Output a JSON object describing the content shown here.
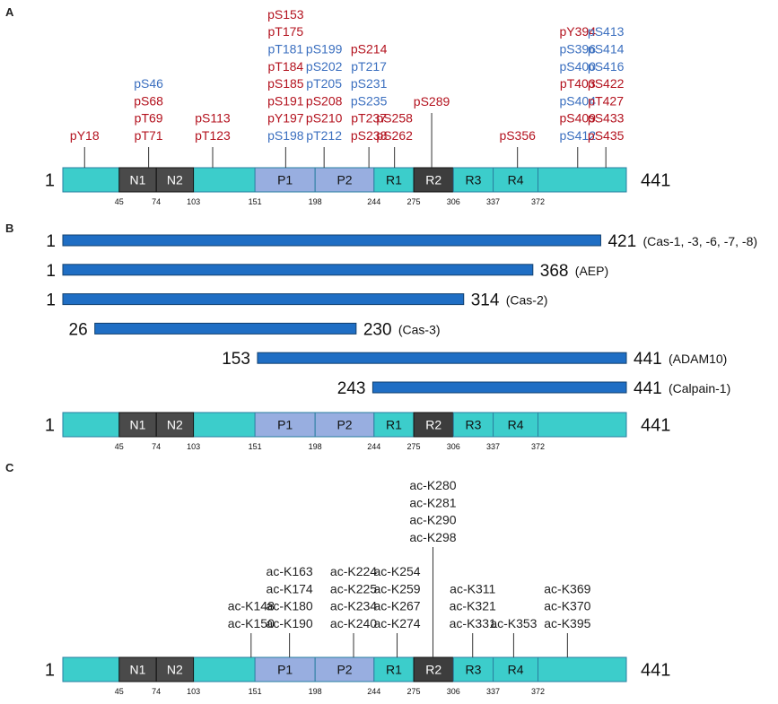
{
  "protein_length": 441,
  "colors": {
    "bar_base": "#3ccdcb",
    "bar_stroke": "#2a7fa0",
    "n_domain": "#4a4a4a",
    "p_domain": "#98aee0",
    "r2_domain": "#3d3d3d",
    "fragment": "#1f6ec4",
    "phospho_red": "#b3121e",
    "phospho_blue": "#3b6fbf",
    "acetyl": "#222222"
  },
  "domain_bar": {
    "start_label": "1",
    "end_label": "441",
    "domains": [
      {
        "label": "N1",
        "start": 45,
        "end": 74,
        "kind": "n"
      },
      {
        "label": "N2",
        "start": 74,
        "end": 103,
        "kind": "n"
      },
      {
        "label": "P1",
        "start": 151,
        "end": 198,
        "kind": "p"
      },
      {
        "label": "P2",
        "start": 198,
        "end": 244,
        "kind": "p"
      },
      {
        "label": "R1",
        "start": 244,
        "end": 275,
        "kind": "r"
      },
      {
        "label": "R2",
        "start": 275,
        "end": 306,
        "kind": "r2"
      },
      {
        "label": "R3",
        "start": 306,
        "end": 337,
        "kind": "r"
      },
      {
        "label": "R4",
        "start": 337,
        "end": 372,
        "kind": "r"
      }
    ],
    "tick_labels": [
      "45",
      "74",
      "103",
      "151",
      "198",
      "244",
      "275",
      "306",
      "337",
      "372"
    ]
  },
  "panels": {
    "a": {
      "letter": "A"
    },
    "b": {
      "letter": "B"
    },
    "c": {
      "letter": "C"
    }
  },
  "phospho_groups": [
    {
      "pos": 18,
      "sites": [
        {
          "t": "pY18",
          "c": "red"
        }
      ]
    },
    {
      "pos": 68,
      "sites": [
        {
          "t": "pS46",
          "c": "blue"
        },
        {
          "t": "pS68",
          "c": "red"
        },
        {
          "t": "pT69",
          "c": "red"
        },
        {
          "t": "pT71",
          "c": "red"
        }
      ]
    },
    {
      "pos": 118,
      "sites": [
        {
          "t": "pS113",
          "c": "red"
        },
        {
          "t": "pT123",
          "c": "red"
        }
      ]
    },
    {
      "pos": 175,
      "sites": [
        {
          "t": "pS153",
          "c": "red"
        },
        {
          "t": "pT175",
          "c": "red"
        },
        {
          "t": "pT181",
          "c": "blue"
        },
        {
          "t": "pT184",
          "c": "red"
        },
        {
          "t": "pS185",
          "c": "red"
        },
        {
          "t": "pS191",
          "c": "red"
        },
        {
          "t": "pY197",
          "c": "red"
        },
        {
          "t": "pS198",
          "c": "blue"
        }
      ]
    },
    {
      "pos": 205,
      "sites": [
        {
          "t": "pS199",
          "c": "blue"
        },
        {
          "t": "pS202",
          "c": "blue"
        },
        {
          "t": "pT205",
          "c": "blue"
        },
        {
          "t": "pS208",
          "c": "red"
        },
        {
          "t": "pS210",
          "c": "red"
        },
        {
          "t": "pT212",
          "c": "blue"
        }
      ]
    },
    {
      "pos": 240,
      "sites": [
        {
          "t": "pS214",
          "c": "red"
        },
        {
          "t": "pT217",
          "c": "blue"
        },
        {
          "t": "pS231",
          "c": "blue"
        },
        {
          "t": "pS235",
          "c": "blue"
        },
        {
          "t": "pT237",
          "c": "red"
        },
        {
          "t": "pS238",
          "c": "red"
        }
      ]
    },
    {
      "pos": 260,
      "sites": [
        {
          "t": "pS258",
          "c": "red"
        },
        {
          "t": "pS262",
          "c": "red"
        }
      ]
    },
    {
      "pos": 289,
      "sites": [
        {
          "t": "pS289",
          "c": "red"
        }
      ]
    },
    {
      "pos": 356,
      "sites": [
        {
          "t": "pS356",
          "c": "red"
        }
      ]
    },
    {
      "pos": 403,
      "sites": [
        {
          "t": "pY394",
          "c": "red"
        },
        {
          "t": "pS396",
          "c": "blue"
        },
        {
          "t": "pS400",
          "c": "blue"
        },
        {
          "t": "pT403",
          "c": "red"
        },
        {
          "t": "pS404",
          "c": "blue"
        },
        {
          "t": "pS409",
          "c": "red"
        },
        {
          "t": "pS412",
          "c": "blue"
        }
      ]
    },
    {
      "pos": 425,
      "sites": [
        {
          "t": "pS413",
          "c": "blue"
        },
        {
          "t": "pS414",
          "c": "blue"
        },
        {
          "t": "pS416",
          "c": "blue"
        },
        {
          "t": "pS422",
          "c": "red"
        },
        {
          "t": "pT427",
          "c": "red"
        },
        {
          "t": "pS433",
          "c": "red"
        },
        {
          "t": "pS435",
          "c": "red"
        }
      ]
    }
  ],
  "fragments": [
    {
      "start": 1,
      "end": 421,
      "start_label": "1",
      "end_label": "421",
      "enzyme": "(Cas-1, -3, -6, -7, -8)"
    },
    {
      "start": 1,
      "end": 368,
      "start_label": "1",
      "end_label": "368",
      "enzyme": "(AEP)"
    },
    {
      "start": 1,
      "end": 314,
      "start_label": "1",
      "end_label": "314",
      "enzyme": "(Cas-2)"
    },
    {
      "start": 26,
      "end": 230,
      "start_label": "26",
      "end_label": "230",
      "enzyme": "(Cas-3)"
    },
    {
      "start": 153,
      "end": 441,
      "start_label": "153",
      "end_label": "441",
      "enzyme": "(ADAM10)"
    },
    {
      "start": 243,
      "end": 441,
      "start_label": "243",
      "end_label": "441",
      "enzyme": "(Calpain-1)"
    }
  ],
  "acetyl_groups": [
    {
      "pos": 148,
      "sites": [
        "ac-K148",
        "ac-K150"
      ]
    },
    {
      "pos": 178,
      "sites": [
        "ac-K163",
        "ac-K174",
        "ac-K180",
        "ac-K190"
      ]
    },
    {
      "pos": 228,
      "sites": [
        "ac-K224",
        "ac-K225",
        "ac-K234",
        "ac-K240"
      ]
    },
    {
      "pos": 262,
      "sites": [
        "ac-K254",
        "ac-K259",
        "ac-K267",
        "ac-K274"
      ]
    },
    {
      "pos": 290,
      "sites": [
        "ac-K280",
        "ac-K281",
        "ac-K290",
        "ac-K298"
      ]
    },
    {
      "pos": 321,
      "sites": [
        "ac-K311",
        "ac-K321",
        "ac-K331"
      ]
    },
    {
      "pos": 353,
      "sites": [
        "ac-K353"
      ]
    },
    {
      "pos": 395,
      "sites": [
        "ac-K369",
        "ac-K370",
        "ac-K395"
      ]
    }
  ]
}
